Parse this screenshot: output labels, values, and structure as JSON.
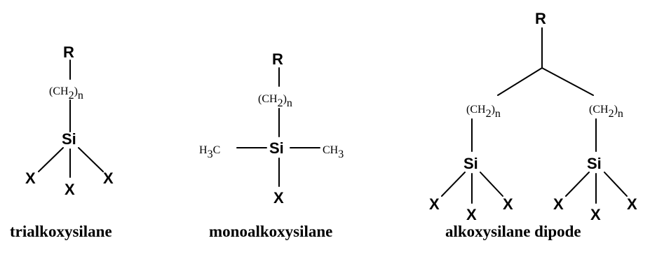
{
  "atoms": {
    "r": "R",
    "ch2": "(CH",
    "sub2": "2",
    "close_paren": ")",
    "sub_n": "n",
    "si": "Si",
    "x": "X",
    "h3c_h": "H",
    "h3c_c": "C",
    "ch3_c": "CH",
    "sub3": "3"
  },
  "captions": {
    "trialkoxysilane": "trialkoxysilane",
    "monoalkoxysilane": "monoalkoxysilane",
    "dipode": "alkoxysilane dipode"
  }
}
